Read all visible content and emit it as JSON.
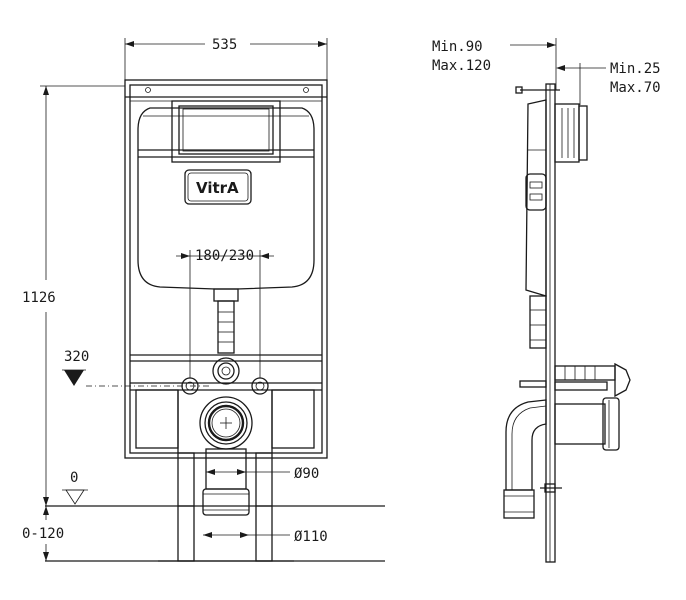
{
  "front_view": {
    "width_label": "535",
    "height_label": "1126",
    "spacing_label": "180/230",
    "inlet_height_label": "320",
    "floor_label": "0",
    "floor_range_label": "0-120",
    "pipe_small_label": "Ø90",
    "pipe_large_label": "Ø110",
    "brand_logo": "VitrA"
  },
  "side_view": {
    "wall_depth_label_1": "Min.90",
    "wall_depth_label_2": "Max.120",
    "finish_depth_label_1": "Min.25",
    "finish_depth_label_2": "Max.70"
  }
}
